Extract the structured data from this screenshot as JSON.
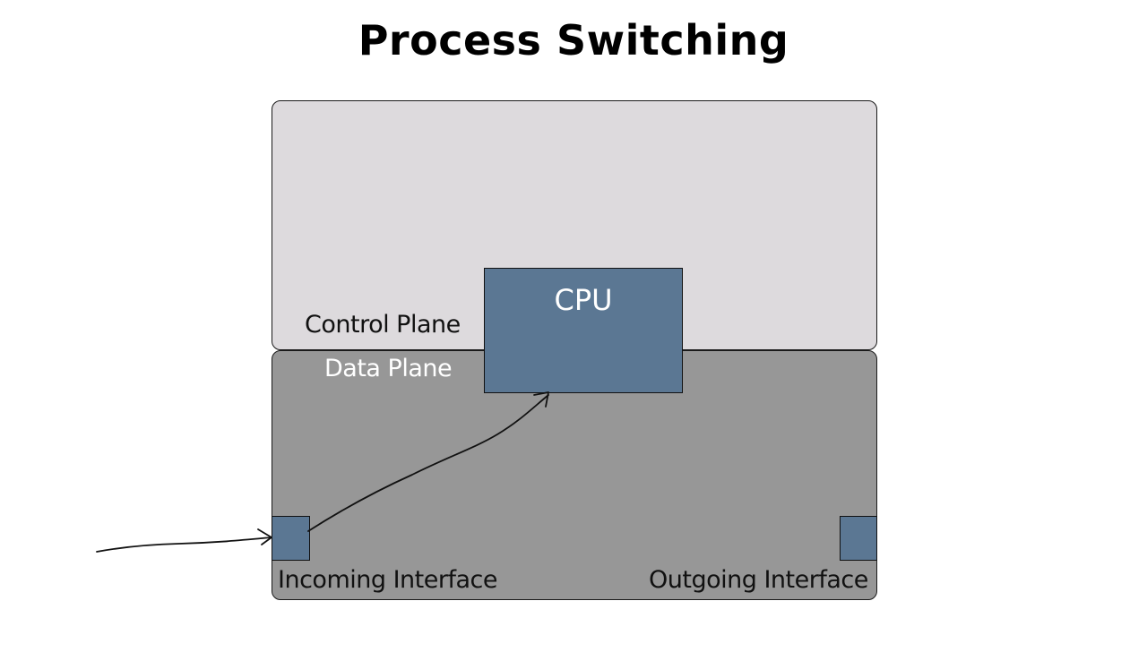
{
  "title": "Process Switching",
  "diagram": {
    "control_plane": {
      "label": "Control Plane",
      "color": "#dddadd"
    },
    "data_plane": {
      "label": "Data Plane",
      "color": "#979797"
    },
    "cpu": {
      "label": "CPU",
      "color": "#5b7793"
    },
    "incoming_interface": {
      "label": "Incoming Interface",
      "color": "#5b7793"
    },
    "outgoing_interface": {
      "label": "Outgoing Interface",
      "color": "#5b7793"
    },
    "arrows": [
      {
        "from": "external",
        "to": "incoming_interface",
        "style": "hand-drawn"
      },
      {
        "from": "incoming_interface",
        "to": "cpu",
        "style": "hand-drawn"
      }
    ]
  }
}
